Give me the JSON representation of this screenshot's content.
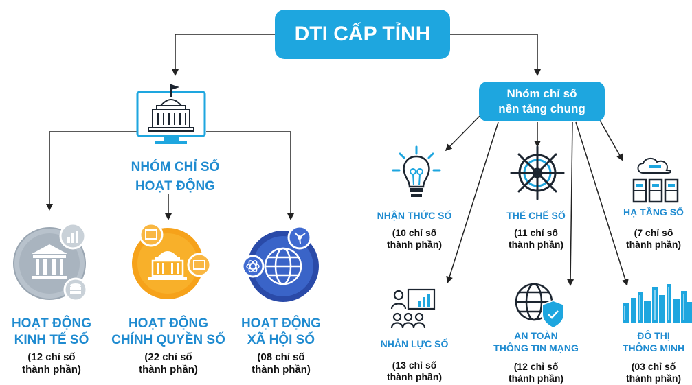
{
  "title": "DTI CẤP TỈNH",
  "activity_group": {
    "title_line1": "NHÓM CHỈ SỐ",
    "title_line2": "HOẠT ĐỘNG",
    "items": [
      {
        "line1": "HOẠT ĐỘNG",
        "line2": "KINH TẾ SỐ",
        "count_line1": "(12 chỉ số",
        "count_line2": "thành phần)",
        "icon": "bank-icon"
      },
      {
        "line1": "HOẠT ĐỘNG",
        "line2": "CHÍNH QUYỀN SỐ",
        "count_line1": "(22 chỉ số",
        "count_line2": "thành phần)",
        "icon": "government-building-icon"
      },
      {
        "line1": "HOẠT ĐỘNG",
        "line2": "XÃ HỘI SỐ",
        "count_line1": "(08 chỉ số",
        "count_line2": "thành phần)",
        "icon": "globe-network-icon"
      }
    ]
  },
  "infra_group": {
    "title_line1": "Nhóm chỉ số",
    "title_line2": "nền tảng chung",
    "items": [
      {
        "line1": "NHẬN THỨC SỐ",
        "line2": "",
        "count_line1": "(10 chỉ số",
        "count_line2": "thành phần)",
        "icon": "lightbulb-icon"
      },
      {
        "line1": "THỂ CHẾ SỐ",
        "line2": "",
        "count_line1": "(11 chỉ số",
        "count_line2": "thành phần)",
        "icon": "ship-wheel-icon"
      },
      {
        "line1": "HẠ TẦNG SỐ",
        "line2": "",
        "count_line1": "(7 chỉ số",
        "count_line2": "thành phần)",
        "icon": "cloud-server-icon"
      },
      {
        "line1": "NHÂN LỰC SỐ",
        "line2": "",
        "count_line1": "(13 chỉ số",
        "count_line2": "thành phần)",
        "icon": "presentation-people-icon"
      },
      {
        "line1": "AN TOÀN",
        "line2": "THÔNG TIN MẠNG",
        "count_line1": "(12 chỉ số",
        "count_line2": "thành phần)",
        "icon": "globe-shield-icon"
      },
      {
        "line1": "ĐÔ THỊ",
        "line2": "THÔNG MINH",
        "count_line1": "(03 chỉ số",
        "count_line2": "thành phần)",
        "icon": "city-skyline-icon"
      }
    ]
  },
  "colors": {
    "accent": "#1ea6df",
    "heading": "#1f8bd0",
    "silver": "#b8c2cc",
    "orange": "#f6a21a",
    "navy": "#2a4aa8"
  }
}
